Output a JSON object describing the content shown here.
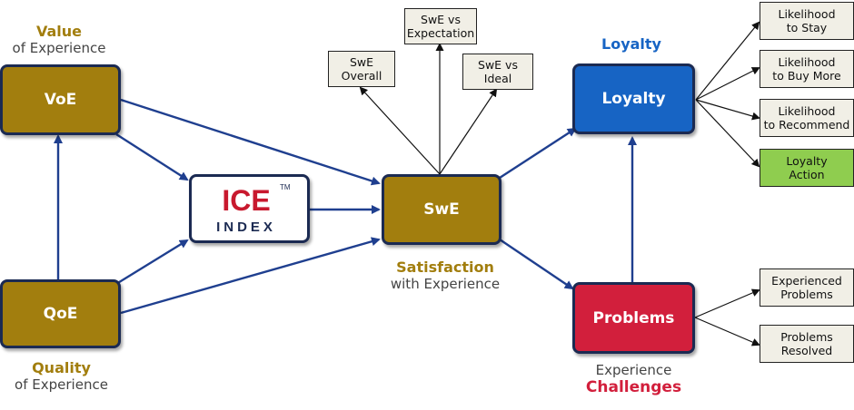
{
  "nodes": {
    "voe": {
      "label": "VoE"
    },
    "qoe": {
      "label": "QoE"
    },
    "swe": {
      "label": "SwE"
    },
    "loyalty": {
      "label": "Loyalty"
    },
    "problems": {
      "label": "Problems"
    }
  },
  "captions": {
    "value_main": "Value",
    "value_sub": "of Experience",
    "quality_main": "Quality",
    "quality_sub": "of Experience",
    "satisfaction_main": "Satisfaction",
    "satisfaction_sub": "with Experience",
    "loyalty_main": "Loyalty",
    "challenges_sub": "Experience",
    "challenges_main": "Challenges"
  },
  "ice_logo": {
    "line1": "ICE",
    "trademark": "TM",
    "line2": "INDEX"
  },
  "swe_measures": {
    "overall": "SwE\nOverall",
    "expectation": "SwE vs\nExpectation",
    "ideal": "SwE vs\nIdeal"
  },
  "loyalty_measures": {
    "stay": "Likelihood\nto Stay",
    "buy_more": "Likelihood\nto Buy More",
    "recommend": "Likelihood\nto Recommend",
    "action": "Loyalty\nAction"
  },
  "problem_measures": {
    "experienced": "Experienced\nProblems",
    "resolved": "Problems\nResolved"
  },
  "colors": {
    "gold": "#a27e0e",
    "blue": "#1764c4",
    "red": "#d21f3c",
    "navy_arrow": "#1f3f8f",
    "green": "#8fcd4f"
  }
}
